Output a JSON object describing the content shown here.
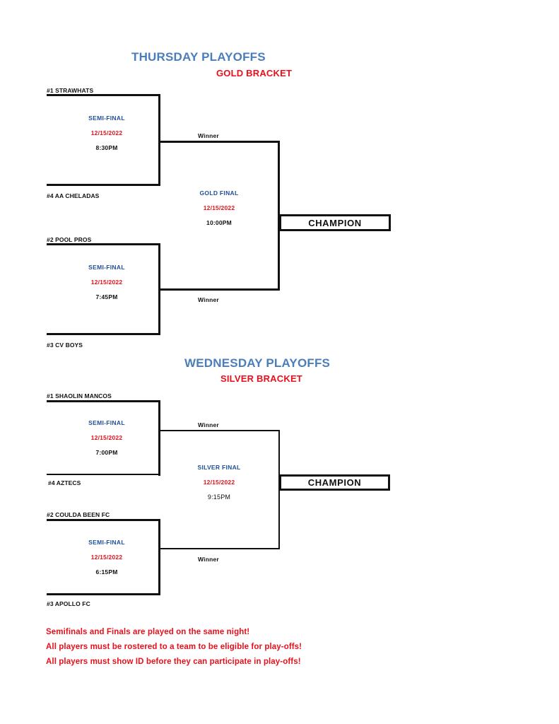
{
  "brackets": [
    {
      "id": "gold",
      "day_title": "THURSDAY PLAYOFFS",
      "bracket_title": "GOLD BRACKET",
      "champion_label": "CHAMPION",
      "teams": {
        "top_upper": "#1 STRAWHATS",
        "top_lower": "#4 AA CHELADAS",
        "bottom_upper": "#2 POOL PROS",
        "bottom_lower": "#3 CV BOYS"
      },
      "semifinal_top": {
        "round": "SEMI-FINAL",
        "date": "12/15/2022",
        "time": "8:30PM",
        "winner_label": "Winner"
      },
      "semifinal_bottom": {
        "round": "SEMI-FINAL",
        "date": "12/15/2022",
        "time": "7:45PM",
        "winner_label": "Winner"
      },
      "final": {
        "round": "GOLD FINAL",
        "date": "12/15/2022",
        "time": "10:00PM"
      }
    },
    {
      "id": "silver",
      "day_title": "WEDNESDAY PLAYOFFS",
      "bracket_title": "SILVER BRACKET",
      "champion_label": "CHAMPION",
      "teams": {
        "top_upper": "#1 SHAOLIN MANCOS",
        "top_lower": "#4 AZTECS",
        "bottom_upper": "#2 COULDA BEEN FC",
        "bottom_lower": "#3 APOLLO FC"
      },
      "semifinal_top": {
        "round": "SEMI-FINAL",
        "date": "12/15/2022",
        "time": "7:00PM",
        "winner_label": "Winner"
      },
      "semifinal_bottom": {
        "round": "SEMI-FINAL",
        "date": "12/15/2022",
        "time": "6:15PM",
        "winner_label": "Winner"
      },
      "final": {
        "round": "SILVER FINAL",
        "date": "12/15/2022",
        "time": "9:15PM"
      }
    }
  ],
  "notes": [
    "Semifinals and Finals are played on the same night!",
    "All players must be rostered to a team to be eligible for play-offs!",
    "All players must show ID before they can participate in play-offs!"
  ],
  "colors": {
    "day_title": "#4A7EBB",
    "bracket_title": "#E8101A",
    "round": "#1F4E99",
    "date": "#E8101A",
    "line": "#111111",
    "notes": "#E8101A"
  }
}
